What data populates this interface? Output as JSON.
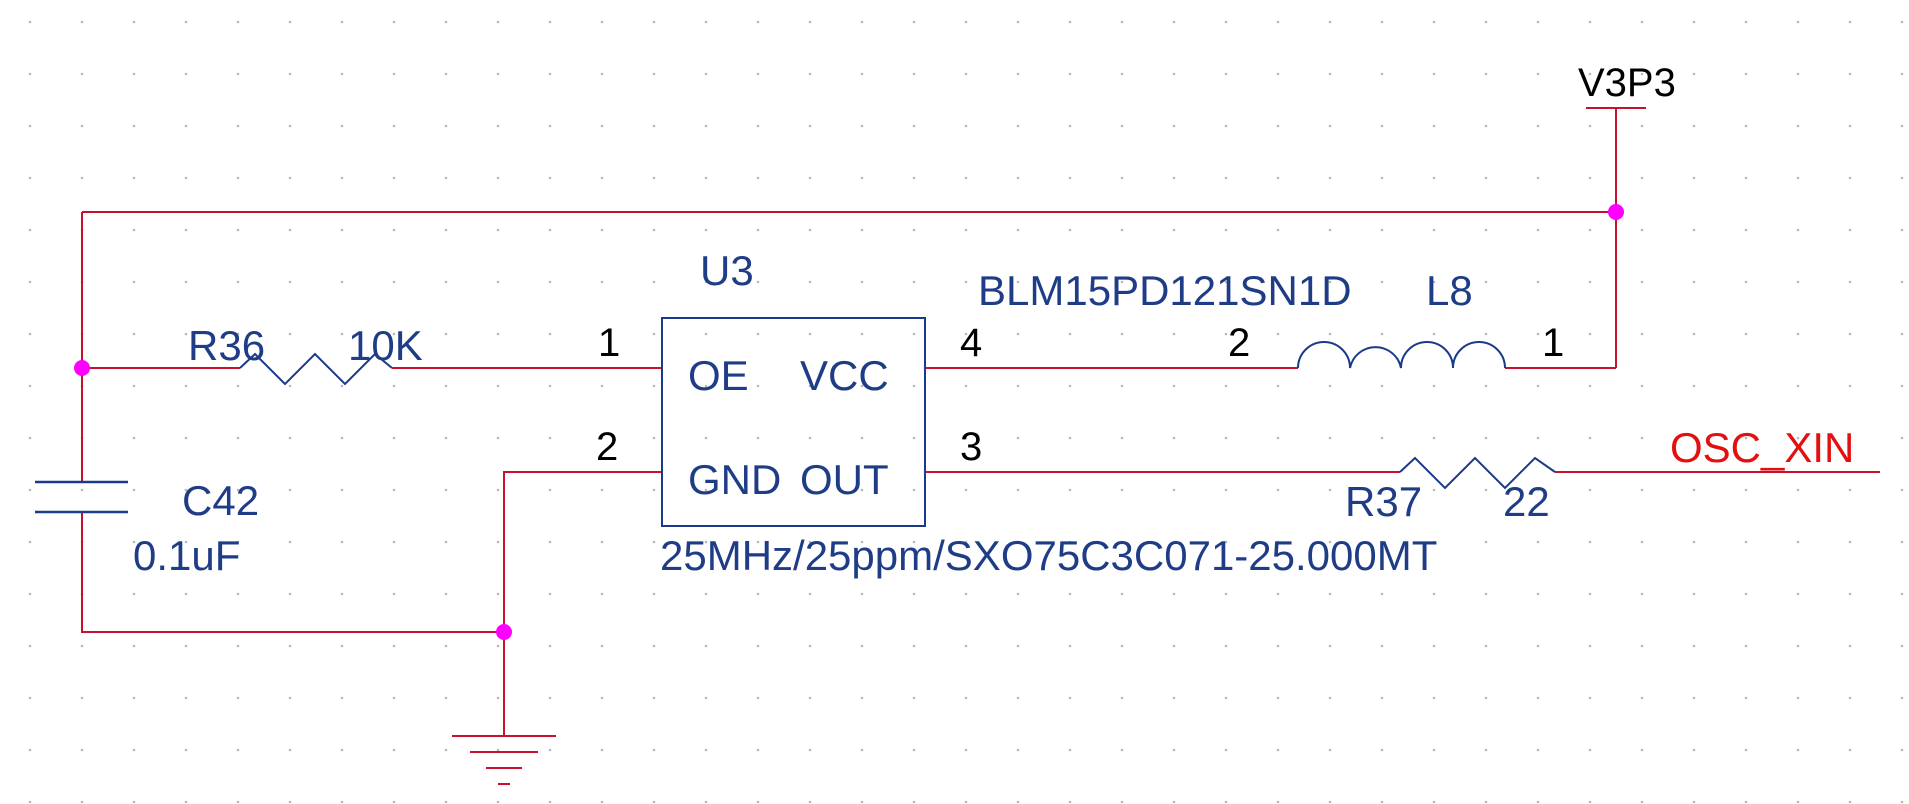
{
  "power_net": "V3P3",
  "ic": {
    "ref": "U3",
    "part": "25MHz/25ppm/SXO75C3C071-25.000MT",
    "pins": {
      "oe": {
        "name": "OE",
        "num": "1"
      },
      "gnd": {
        "name": "GND",
        "num": "2"
      },
      "out": {
        "name": "OUT",
        "num": "3"
      },
      "vcc": {
        "name": "VCC",
        "num": "4"
      }
    }
  },
  "inductor": {
    "part": "BLM15PD121SN1D",
    "ref": "L8",
    "pin_left": "2",
    "pin_right": "1"
  },
  "r36": {
    "ref": "R36",
    "value": "10K"
  },
  "r37": {
    "ref": "R37",
    "value": "22"
  },
  "c42": {
    "ref": "C42",
    "value": "0.1uF"
  },
  "output_net": "OSC_XIN",
  "colors": {
    "wire": "#c8102e",
    "component": "#1a3a8a",
    "junction": "#ff00ff",
    "net_label": "#e31010"
  }
}
